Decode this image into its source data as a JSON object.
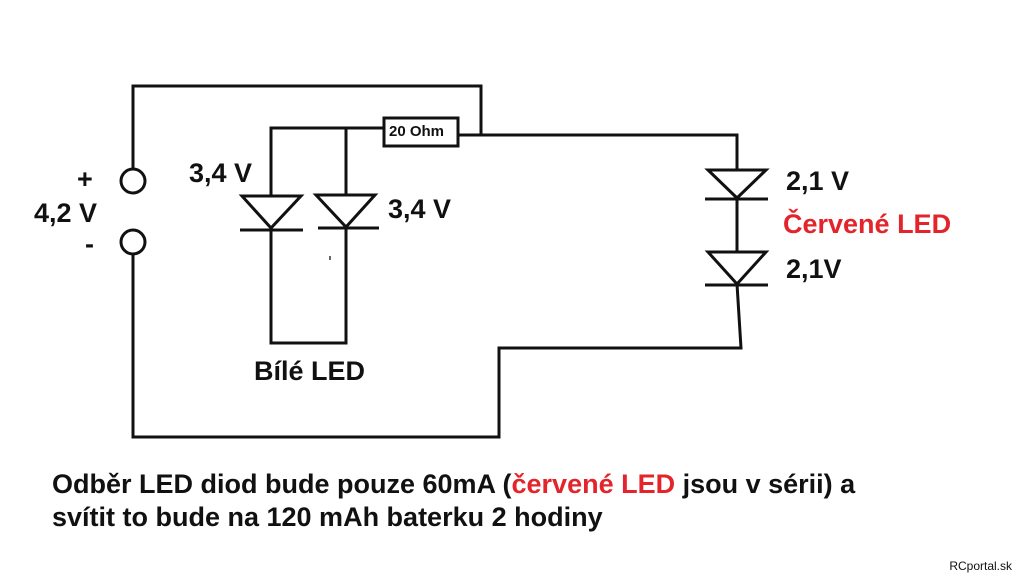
{
  "source": {
    "voltage": "4,2 V",
    "plus": "+",
    "minus": "-"
  },
  "resistor": {
    "label": "20 Ohm"
  },
  "white_leds": {
    "title": "Bílé LED",
    "voltage1": "3,4 V",
    "voltage2": "3,4 V"
  },
  "red_leds": {
    "title": "Červené LED",
    "voltage1": "2,1 V",
    "voltage2": "2,1V",
    "accent": "#e3242b"
  },
  "caption": {
    "line1_a": "Odběr LED diod bude pouze 60mA (",
    "line1_red": "červené LED",
    "line1_b": " jsou v sérii) a",
    "line2": "svítit to bude na 120 mAh baterku 2 hodiny"
  },
  "footer": {
    "credit": "RCportal.sk"
  }
}
